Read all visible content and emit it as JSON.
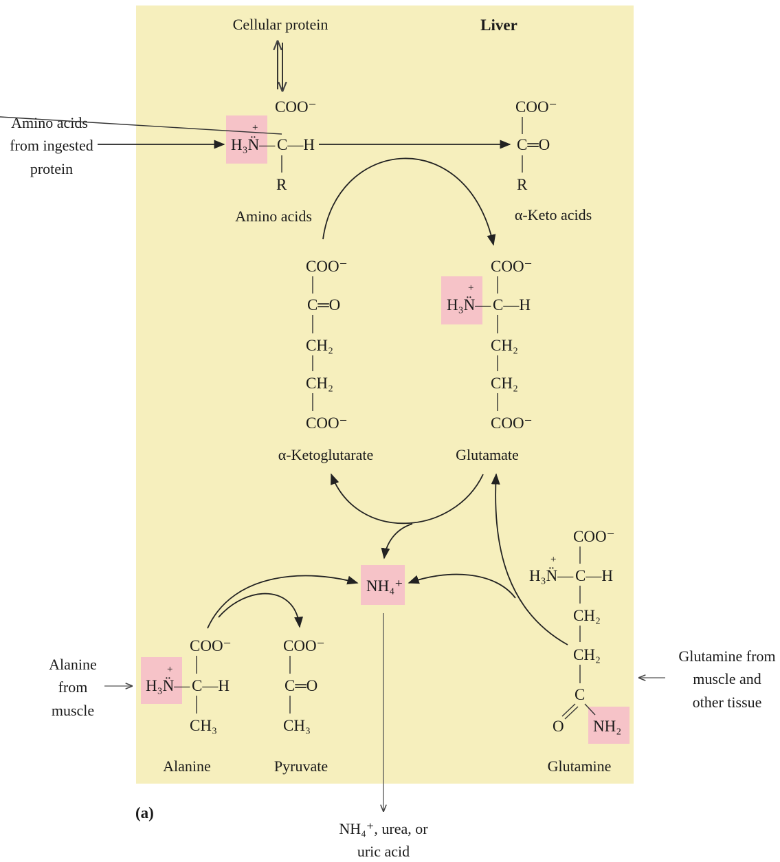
{
  "colors": {
    "panel": "#f6efbd",
    "highlight": "#f6c3c8",
    "ink": "#1a1a1a"
  },
  "labels": {
    "liver": "Liver",
    "cellular_protein": "Cellular protein",
    "ingested_1": "Amino acids",
    "ingested_2": "from ingested",
    "ingested_3": "protein",
    "amino_acids": "Amino acids",
    "keto_acids": "α-Keto acids",
    "ketoglutarate": "α-Ketoglutarate",
    "glutamate": "Glutamate",
    "alanine": "Alanine",
    "pyruvate": "Pyruvate",
    "glutamine": "Glutamine",
    "alanine_src_1": "Alanine",
    "alanine_src_2": "from",
    "alanine_src_3": "muscle",
    "glutamine_src_1": "Glutamine from",
    "glutamine_src_2": "muscle and",
    "glutamine_src_3": "other tissue",
    "output_1": "NH₄⁺, urea, or",
    "output_2": "uric acid",
    "panel": "(a)"
  },
  "chem": {
    "coo": "COO⁻",
    "c": "C",
    "ch": "C—H",
    "h3n": "H₃N̈—",
    "r": "R",
    "ketone": "C═O",
    "ch2": "CH₂",
    "ch3": "CH₃",
    "plus": "+",
    "nh4": "NH₄⁺",
    "nh2": "NH₂",
    "o": "O"
  }
}
